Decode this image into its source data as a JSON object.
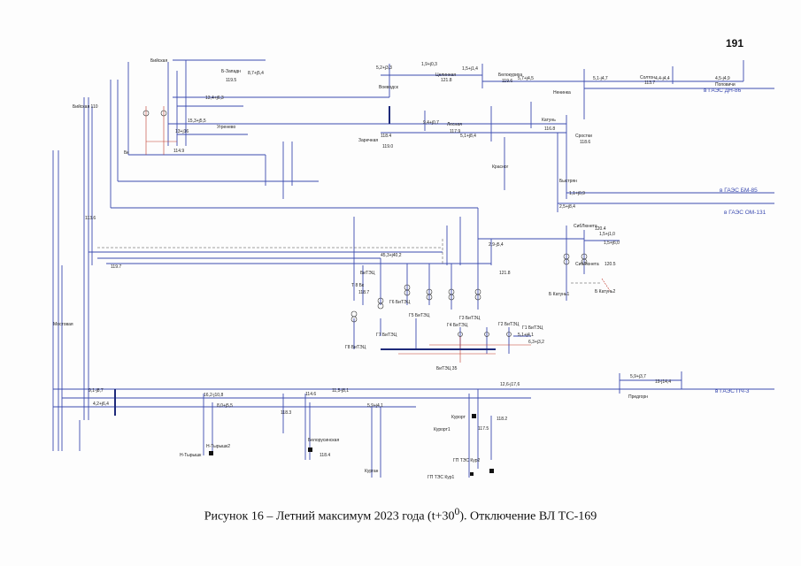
{
  "page_number": "191",
  "caption": "Рисунок 16 – Летний максимум 2023 года (t+30",
  "caption_sup": "0",
  "caption_end": "). Отключение ВЛ ТС-169",
  "diagram": {
    "substations": [
      {
        "name": "Бийская 110",
        "id": "biyskaya"
      },
      {
        "name": "Бийская",
        "id": "biyskaya-top"
      },
      {
        "name": "Б-Западн",
        "id": "b-zapadn"
      },
      {
        "name": "Угренево",
        "id": "ugrenevo"
      },
      {
        "name": "Воеводск",
        "id": "voevodsk"
      },
      {
        "name": "Целинная",
        "id": "tselinnaya"
      },
      {
        "name": "Белокуриха",
        "id": "belokurikha"
      },
      {
        "name": "Солтон",
        "id": "solton"
      },
      {
        "name": "Поповичи",
        "id": "popovichi"
      },
      {
        "name": "Ненинка",
        "id": "neninka"
      },
      {
        "name": "Заречная",
        "id": "zarechnaya"
      },
      {
        "name": "Лесная",
        "id": "lesnaya"
      },
      {
        "name": "Катунь",
        "id": "katun"
      },
      {
        "name": "Сростки",
        "id": "srostki"
      },
      {
        "name": "Красног",
        "id": "krasnog"
      },
      {
        "name": "Быстрян",
        "id": "bystryan"
      },
      {
        "name": "Бк",
        "id": "bk"
      },
      {
        "name": "БиТЭЦ",
        "id": "bitets"
      },
      {
        "name": "Т 8 Бк",
        "id": "t8bk"
      },
      {
        "name": "Г6 БиТЭЦ",
        "id": "g6"
      },
      {
        "name": "Г5 БиТЭЦ",
        "id": "g5"
      },
      {
        "name": "Г4 БиТЭЦ",
        "id": "g4"
      },
      {
        "name": "Г3 БиТЭЦ",
        "id": "g3"
      },
      {
        "name": "Г2 БиТЭЦ",
        "id": "g2"
      },
      {
        "name": "Г1 БиТЭЦ",
        "id": "g1"
      },
      {
        "name": "Г7 БиТЭЦ",
        "id": "g7"
      },
      {
        "name": "Г8 БиТЭЦ",
        "id": "g8"
      },
      {
        "name": "БиТЭЦ 35",
        "id": "bitets35"
      },
      {
        "name": "СибЛюнета",
        "id": "sibl1"
      },
      {
        "name": "СибЛюнета",
        "id": "sibl2"
      },
      {
        "name": "Б Катунь1",
        "id": "bkatun1"
      },
      {
        "name": "Б Катунь2",
        "id": "bkatun2"
      },
      {
        "name": "Мостовая",
        "id": "mostovaya"
      },
      {
        "name": "Н-Тырышк",
        "id": "ntyrysh1"
      },
      {
        "name": "Н-Тырышк2",
        "id": "ntyrysh2"
      },
      {
        "name": "Белорусинская",
        "id": "belorus"
      },
      {
        "name": "Курган",
        "id": "kurgan"
      },
      {
        "name": "Курорт",
        "id": "kurort"
      },
      {
        "name": "Курорт1",
        "id": "kurort1"
      },
      {
        "name": "ГП ТЭС Кур1",
        "id": "gptes1"
      },
      {
        "name": "ГП ТЭС Кур2",
        "id": "gptes2"
      },
      {
        "name": "Предгорн",
        "id": "predgorn"
      }
    ],
    "outgoing": [
      "в ГАЭС ДН-86",
      "в ГАЭС БМ-85",
      "в ГАЭС ОМ-131",
      "в ГАЭС ПЧ-3"
    ],
    "voltages": [
      "113.6",
      "119.5",
      "114.9",
      "113.7",
      "118.4",
      "121.8",
      "119.6",
      "117.9",
      "119.0",
      "118.7",
      "116.8",
      "118.6",
      "120.4",
      "121.8",
      "118.2",
      "117.5",
      "118.3",
      "119.7",
      "120.5",
      "114.6",
      "118.4"
    ],
    "flows": [
      "5,2+j3,3",
      "1,9+j0,3",
      "1,5+j1,4",
      "5,7+j4,5",
      "5,1-j4,7",
      "4,4-j4,4",
      "4,5-j4,9",
      "8,7+j5,4",
      "13,4+j6,3",
      "15,3+j5,5",
      "13+j16",
      "9,4+j0,7",
      "5,1+j8,4",
      "45,3+j40,2",
      "9,1-j8,7",
      "4,2+j6,4",
      "16,2-j10,8",
      "8,0+j5,5",
      "11,5-j8,1",
      "5,9+j4,1",
      "12,6-j17,6",
      "19-j14,4",
      "5,9+j3,7",
      "2,9-j5,4",
      "2,5+j8,4",
      "1,5+j1,0",
      "1,5+j6,0",
      "1,1+j0,9",
      "6,3+j3,2",
      "5,1+j4,1"
    ]
  },
  "icons": {
    "generator": "generator-circle-icon",
    "transformer": "transformer-icon",
    "breaker": "breaker-square-icon"
  },
  "colors": {
    "line": "#3b4bb0",
    "text_red": "#c0392b",
    "bus": "#1e2a7a"
  }
}
